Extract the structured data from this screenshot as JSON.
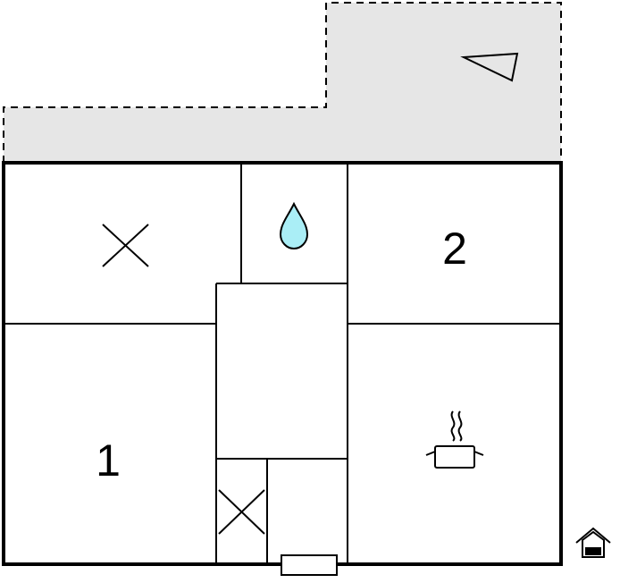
{
  "rooms": {
    "bedroom_1": {
      "number": "1",
      "kind": "bedroom"
    },
    "bedroom_2": {
      "number": "2",
      "kind": "bedroom"
    },
    "bathroom": {
      "kind": "bathroom",
      "icon": "water-drop-icon"
    },
    "kitchen": {
      "kind": "kitchen",
      "icon": "cooking-pot-icon"
    },
    "storage_main": {
      "kind": "storage",
      "icon": "x-mark-icon"
    },
    "storage_small": {
      "kind": "storage",
      "icon": "x-mark-icon"
    },
    "hallway": {
      "kind": "hallway"
    },
    "entrance": {
      "kind": "entrance"
    }
  },
  "terrace": {
    "kind": "terrace",
    "icon": "direction-triangle-icon",
    "fill_color": "#e6e6e6"
  },
  "entrance_marker": {
    "icon": "house-entrance-icon"
  },
  "colors": {
    "walls": "#000000",
    "terrace": "#e6e6e6",
    "water_drop": "#aaeef6",
    "background": "#ffffff"
  }
}
